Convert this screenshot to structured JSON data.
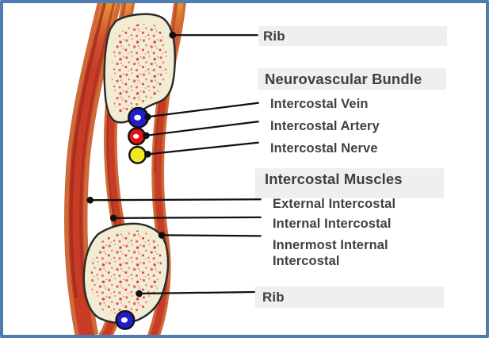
{
  "diagram": {
    "type": "anatomical-diagram",
    "subject": "Intercostal space cross-section",
    "labels": {
      "rib_top": "Rib",
      "rib_bottom": "Rib"
    },
    "neurovascular_bundle": {
      "heading": "Neurovascular Bundle",
      "items": [
        {
          "label": "Intercostal Vein",
          "marker_color": "#1E1ECD"
        },
        {
          "label": "Intercostal Artery",
          "marker_color": "#E51313"
        },
        {
          "label": "Intercostal Nerve",
          "marker_color": "#F1E822"
        }
      ]
    },
    "intercostal_muscles": {
      "heading": "Intercostal Muscles",
      "items": [
        {
          "label": "External Intercostal"
        },
        {
          "label": "Internal Intercostal"
        },
        {
          "label": "Innermost Internal\nIntercostal"
        }
      ]
    },
    "colors": {
      "border": "#4E7CAE",
      "label_bar": "#EFEFEF",
      "text": "#404040",
      "bone_fill": "#F3ECD4",
      "bone_outline": "#2B2B2B",
      "bone_speckle": "#E25B5B",
      "muscle_red": "#C83C26",
      "muscle_orange": "#CE6A38",
      "muscle_streak": "#9D2B1B",
      "leader_line": "#101010"
    }
  }
}
